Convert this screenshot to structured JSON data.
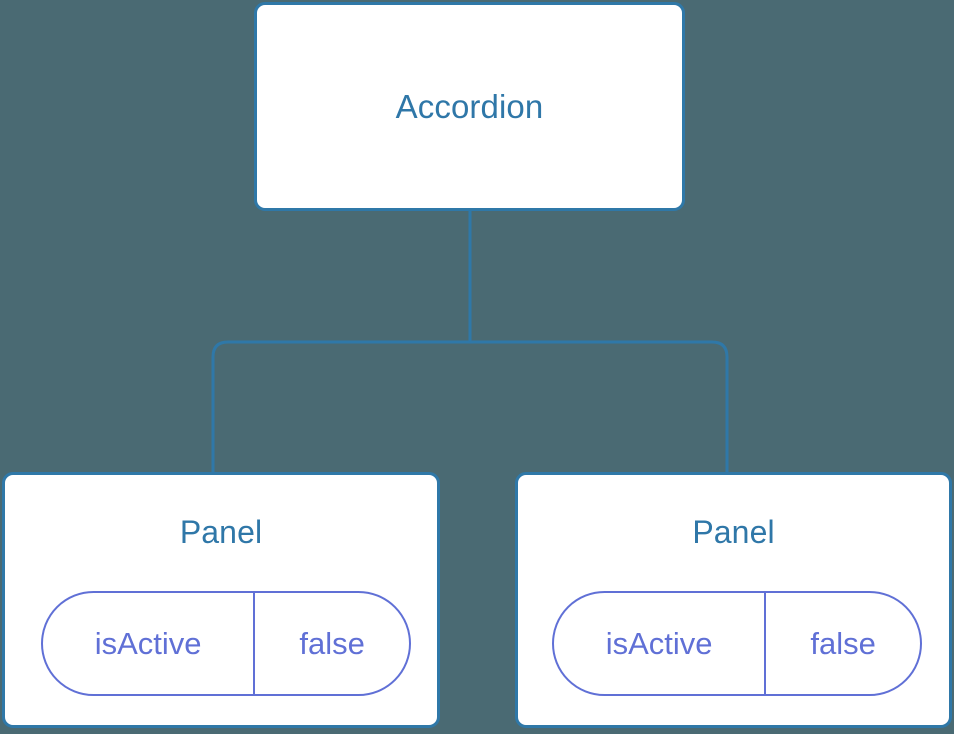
{
  "diagram": {
    "background_color": "#4a6a73",
    "node_border_color": "#2f78a8",
    "node_fill_color": "#ffffff",
    "node_title_color": "#2f77a8",
    "edge_color": "#2f78a8",
    "prop_color": "#6070d6",
    "root": {
      "title": "Accordion"
    },
    "children": [
      {
        "title": "Panel",
        "prop": {
          "key": "isActive",
          "value": "false"
        }
      },
      {
        "title": "Panel",
        "prop": {
          "key": "isActive",
          "value": "false"
        }
      }
    ]
  }
}
